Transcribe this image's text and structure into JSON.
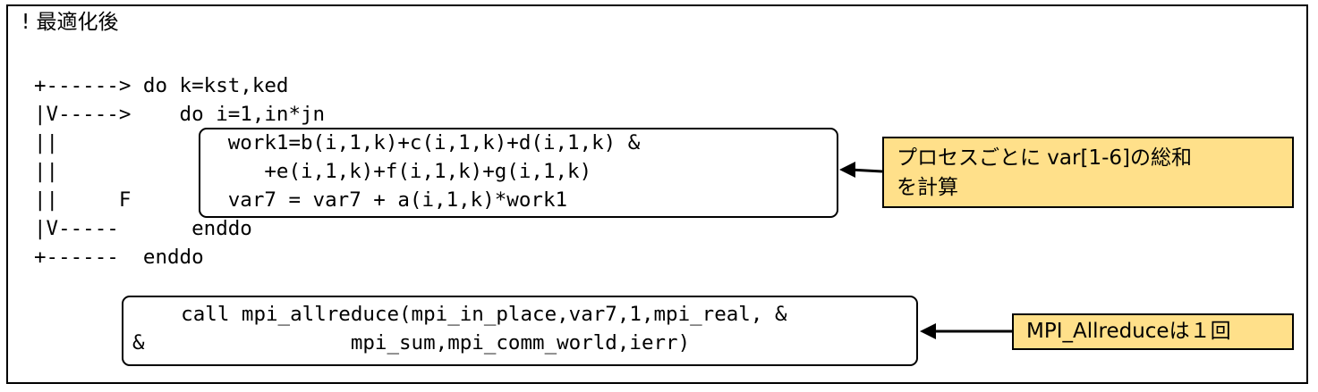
{
  "header": "! 最適化後",
  "code": {
    "l1": "+------> do k=kst,ked",
    "l2": "|V----->    do i=1,in*jn",
    "l3": "||              work1=b(i,1,k)+c(i,1,k)+d(i,1,k) &",
    "l4": "||                 +e(i,1,k)+f(i,1,k)+g(i,1,k)",
    "l5": "||     F        var7 = var7 + a(i,1,k)*work1",
    "l6": "|V-----      enddo",
    "l7": "+------  enddo"
  },
  "mpi_code": {
    "l1": "    call mpi_allreduce(mpi_in_place,var7,1,mpi_real, &",
    "l2": "&                 mpi_sum,mpi_comm_world,ierr)"
  },
  "notes": {
    "sum_line1": "プロセスごとに var[1-6]の総和",
    "sum_line2": "を計算",
    "allreduce": "MPI_Allreduceは１回"
  },
  "colors": {
    "note_fill": "#ffe08a",
    "stroke": "#000000"
  }
}
